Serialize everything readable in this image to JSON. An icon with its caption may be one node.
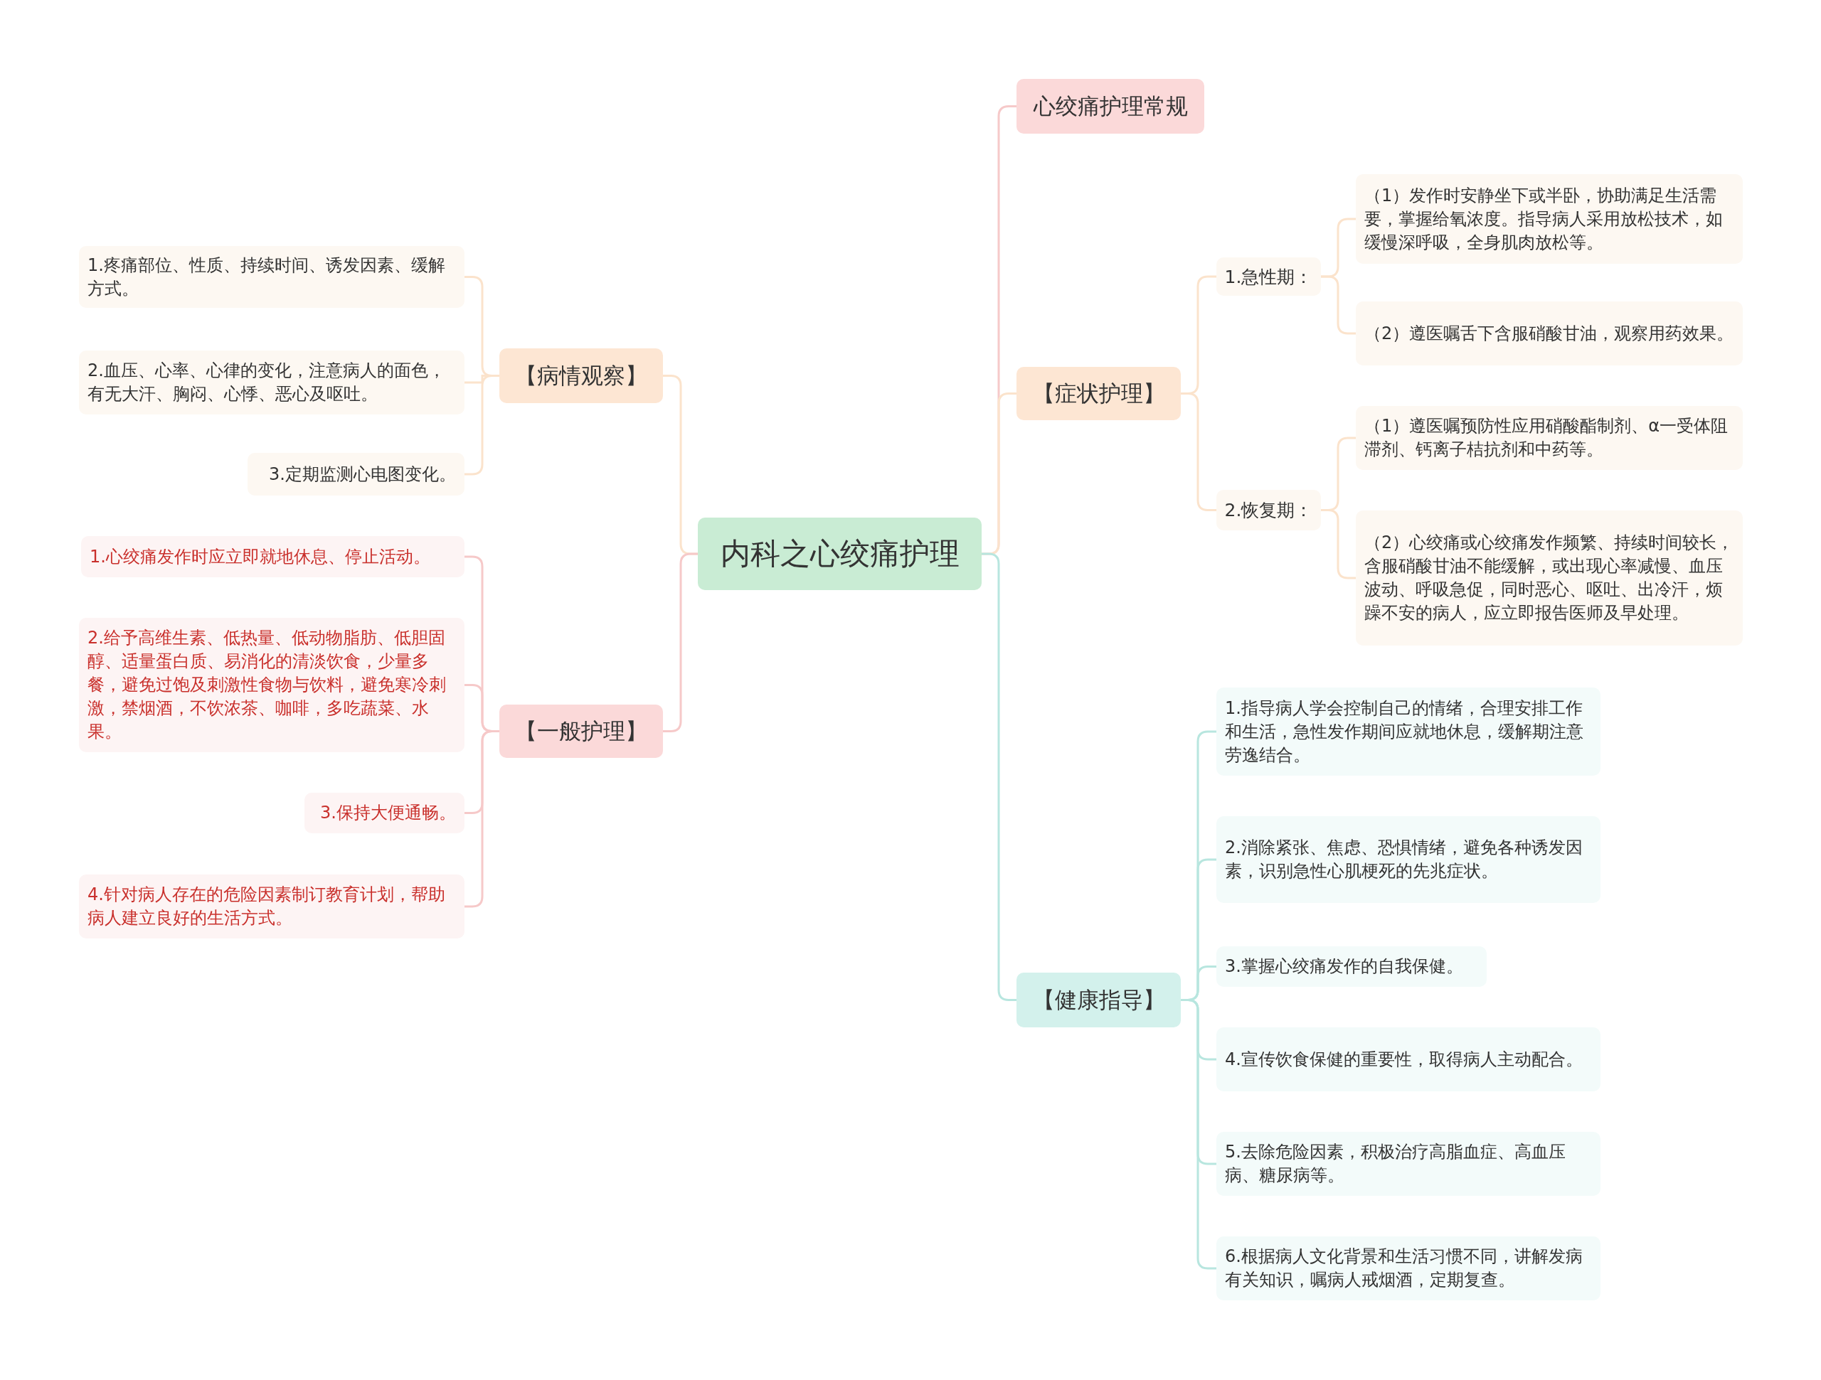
{
  "diagram": {
    "nodes": [
      {
        "text": [
          "内科之心绞痛护理"
        ]
      },
      {
        "text": [
          "心绞痛护理常规"
        ]
      },
      {
        "text": [
          "【症状护理】"
        ]
      },
      {
        "text": [
          "1.急性期："
        ]
      },
      {
        "text": [
          "（1）发作时安静坐下或半卧，协助满足生活需要，掌握给氧浓度。指导病人采用放松技术，如缓慢深呼吸，全身肌肉放松等。"
        ]
      },
      {
        "text": [
          "（2）遵医嘱舌下含服硝酸甘油，观察用药效果。"
        ]
      },
      {
        "text": [
          "2.恢复期："
        ]
      },
      {
        "text": [
          "（1）遵医嘱预防性应用硝酸酯制剂、α一受体阻滞剂、钙离子桔抗剂和中药等。"
        ]
      },
      {
        "text": [
          "（2）心绞痛或心绞痛发作频繁、持续时间较长，含服硝酸甘油不能缓解，或出现心率减慢、血压波动、呼吸急促，同时恶心、呕吐、出冷汗，烦躁不安的病人，应立即报告医师及早处理。"
        ]
      },
      {
        "text": [
          "【健康指导】"
        ]
      },
      {
        "text": [
          "1.指导病人学会控制自己的情绪，合理安排工作和生活，急性发作期间应就地休息，缓解期注意劳逸结合。"
        ]
      },
      {
        "text": [
          "2.消除紧张、焦虑、恐惧情绪，避免各种诱发因素，识别急性心肌梗死的先兆症状。"
        ]
      },
      {
        "text": [
          "3.掌握心绞痛发作的自我保健。"
        ]
      },
      {
        "text": [
          "4.宣传饮食保健的重要性，取得病人主动配合。"
        ]
      },
      {
        "text": [
          "5.去除危险因素，积极治疗高脂血症、高血压病、糖尿病等。"
        ]
      },
      {
        "text": [
          "6.根据病人文化背景和生活习惯不同，讲解发病有关知识，嘱病人戒烟酒，定期复查。"
        ]
      },
      {
        "text": [
          "【病情观察】"
        ]
      },
      {
        "text": [
          "1.疼痛部位、性质、持续时间、诱发因素、缓解方式。"
        ]
      },
      {
        "text": [
          "2.血压、心率、心律的变化，注意病人的面色，有无大汗、胸闷、心悸、恶心及呕吐。"
        ]
      },
      {
        "text": [
          "3.定期监测心电图变化。"
        ]
      },
      {
        "text": [
          "【一般护理】"
        ]
      },
      {
        "text": [
          "1.心绞痛发作时应立即就地休息、停止活动。"
        ]
      },
      {
        "text": [
          "2.给予高维生素、低热量、低动物脂肪、低胆固醇、适量蛋白质、易消化的清淡饮食，少量多餐，避免过饱及刺激性食物与饮料，避免寒冷刺激，禁烟酒，不饮浓茶、咖啡，多吃蔬菜、水果。"
        ]
      },
      {
        "text": [
          "3.保持大便通畅。"
        ]
      },
      {
        "text": [
          "4.针对病人存在的危险因素制订教育计划，帮助病人建立良好的生活方式。"
        ]
      }
    ],
    "edges": [
      {
        "from": 0,
        "to": 1,
        "arrow": "none",
        "color": "#f6c9c9"
      },
      {
        "from": 0,
        "to": 2,
        "arrow": "none"
      },
      {
        "from": 2,
        "to": 3,
        "arrow": "none"
      },
      {
        "from": 3,
        "to": 4,
        "arrow": "none"
      },
      {
        "from": 3,
        "to": 5,
        "arrow": "none"
      },
      {
        "from": 2,
        "to": 6,
        "arrow": "none"
      },
      {
        "from": 6,
        "to": 7,
        "arrow": "none"
      },
      {
        "from": 6,
        "to": 8,
        "arrow": "none"
      },
      {
        "from": 0,
        "to": 9,
        "arrow": "none",
        "color": "#b8e6df"
      },
      {
        "from": 9,
        "to": 10,
        "arrow": "none",
        "color": "#b8e6df"
      },
      {
        "from": 9,
        "to": 11,
        "arrow": "none",
        "color": "#b8e6df"
      },
      {
        "from": 9,
        "to": 12,
        "arrow": "none",
        "color": "#b8e6df"
      },
      {
        "from": 9,
        "to": 13,
        "arrow": "none",
        "color": "#b8e6df"
      },
      {
        "from": 9,
        "to": 14,
        "arrow": "none",
        "color": "#b8e6df"
      },
      {
        "from": 9,
        "to": 15,
        "arrow": "none",
        "color": "#b8e6df"
      },
      {
        "from": 0,
        "to": 16,
        "arrow": "none"
      },
      {
        "from": 16,
        "to": 17,
        "arrow": "none"
      },
      {
        "from": 16,
        "to": 18,
        "arrow": "none"
      },
      {
        "from": 16,
        "to": 19,
        "arrow": "none"
      },
      {
        "from": 0,
        "to": 20,
        "arrow": "none",
        "color": "#f6c9c9"
      },
      {
        "from": 20,
        "to": 21,
        "arrow": "none",
        "color": "#f6c9c9"
      },
      {
        "from": 20,
        "to": 22,
        "arrow": "none",
        "color": "#f6c9c9"
      },
      {
        "from": 20,
        "to": 23,
        "arrow": "none",
        "color": "#f6c9c9"
      },
      {
        "from": 20,
        "to": 24,
        "arrow": "none",
        "color": "#f6c9c9"
      }
    ]
  }
}
